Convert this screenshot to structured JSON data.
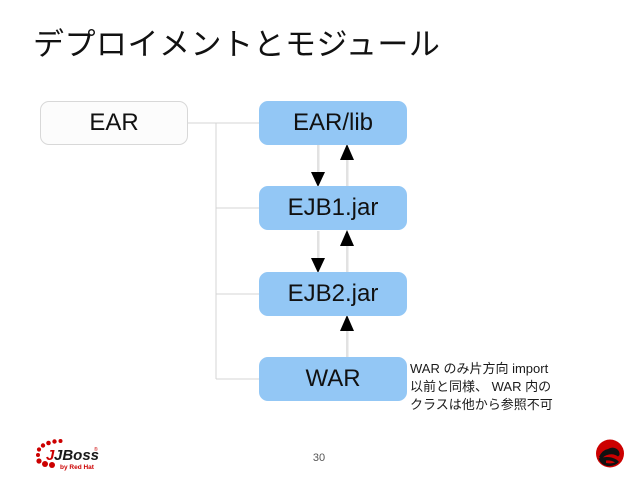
{
  "slide": {
    "title": "デプロイメントとモジュール",
    "page_number": "30"
  },
  "diagram": {
    "root": {
      "label": "EAR",
      "fill": "#fcfcfc",
      "border": "#d8d8d8"
    },
    "modules": [
      {
        "label": "EAR/lib",
        "fill": "#93c7f5"
      },
      {
        "label": "EJB1.jar",
        "fill": "#93c7f5"
      },
      {
        "label": "EJB2.jar",
        "fill": "#93c7f5"
      },
      {
        "label": "WAR",
        "fill": "#93c7f5"
      }
    ],
    "connector_color": "#d4d4d4",
    "arrow_color": "#000000",
    "relations": [
      {
        "from": "EAR/lib",
        "to": "EJB1.jar",
        "direction": "bidirectional"
      },
      {
        "from": "EJB1.jar",
        "to": "EJB2.jar",
        "direction": "bidirectional"
      },
      {
        "from": "WAR",
        "to": "EJB2.jar",
        "direction": "one-way-up"
      }
    ]
  },
  "annotation": {
    "line1": "WAR のみ片方向 import",
    "line2": "以前と同様、 WAR 内の",
    "line3": "クラスは他から参照不可"
  },
  "footer": {
    "left_logo": "jboss-logo",
    "left_logo_text": "JBoss",
    "left_logo_subtext": "by Red Hat",
    "right_logo": "redhat-shadowman-logo",
    "brand_red": "#cc0000"
  }
}
